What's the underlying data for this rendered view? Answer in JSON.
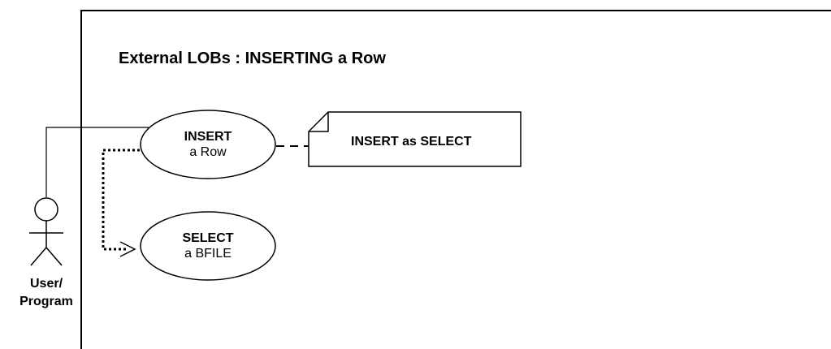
{
  "diagram": {
    "title": "External LOBs : INSERTING a Row",
    "actor": {
      "line1": "User/",
      "line2": "Program"
    },
    "use_cases": [
      {
        "bold": "INSERT",
        "normal": "a Row"
      },
      {
        "bold": "SELECT",
        "normal": "a BFILE"
      }
    ],
    "note": {
      "text": "INSERT as SELECT"
    }
  }
}
